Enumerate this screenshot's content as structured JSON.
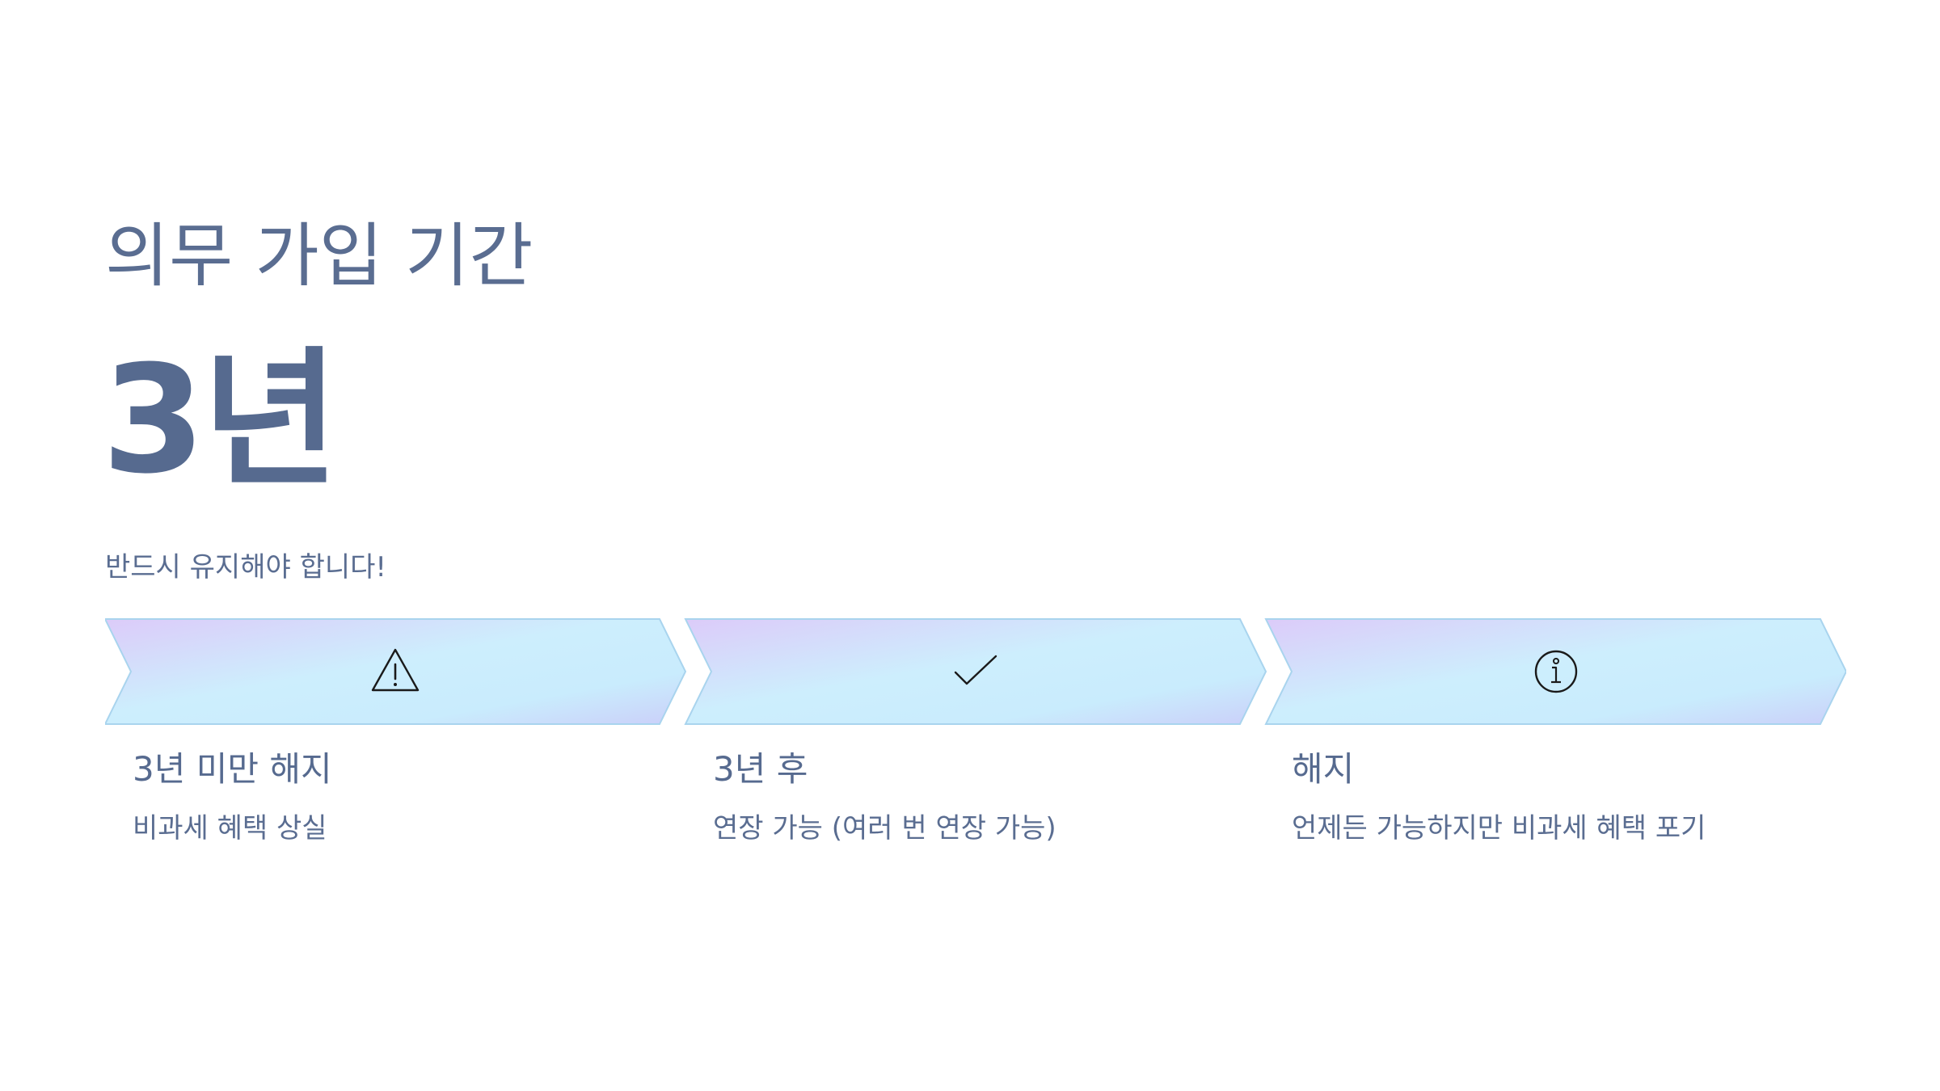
{
  "heading": {
    "eyebrow": "의무 가입 기간",
    "value": "3년",
    "note": "반드시 유지해야 합니다!"
  },
  "steps": [
    {
      "icon": "warning-icon",
      "title": "3년 미만 해지",
      "description": "비과세 혜택 상실"
    },
    {
      "icon": "check-icon",
      "title": "3년 후",
      "description": "연장 가능 (여러 번 연장 가능)"
    },
    {
      "icon": "info-icon",
      "title": "해지",
      "description": "언제든 가능하지만 비과세 혜택 포기"
    }
  ],
  "colors": {
    "text": "#566a8f",
    "chevron_gradient_start": "#d9ccfa",
    "chevron_gradient_mid": "#cdeefd",
    "chevron_gradient_end": "#cbd4fa",
    "chevron_border": "#a9d4ee"
  }
}
